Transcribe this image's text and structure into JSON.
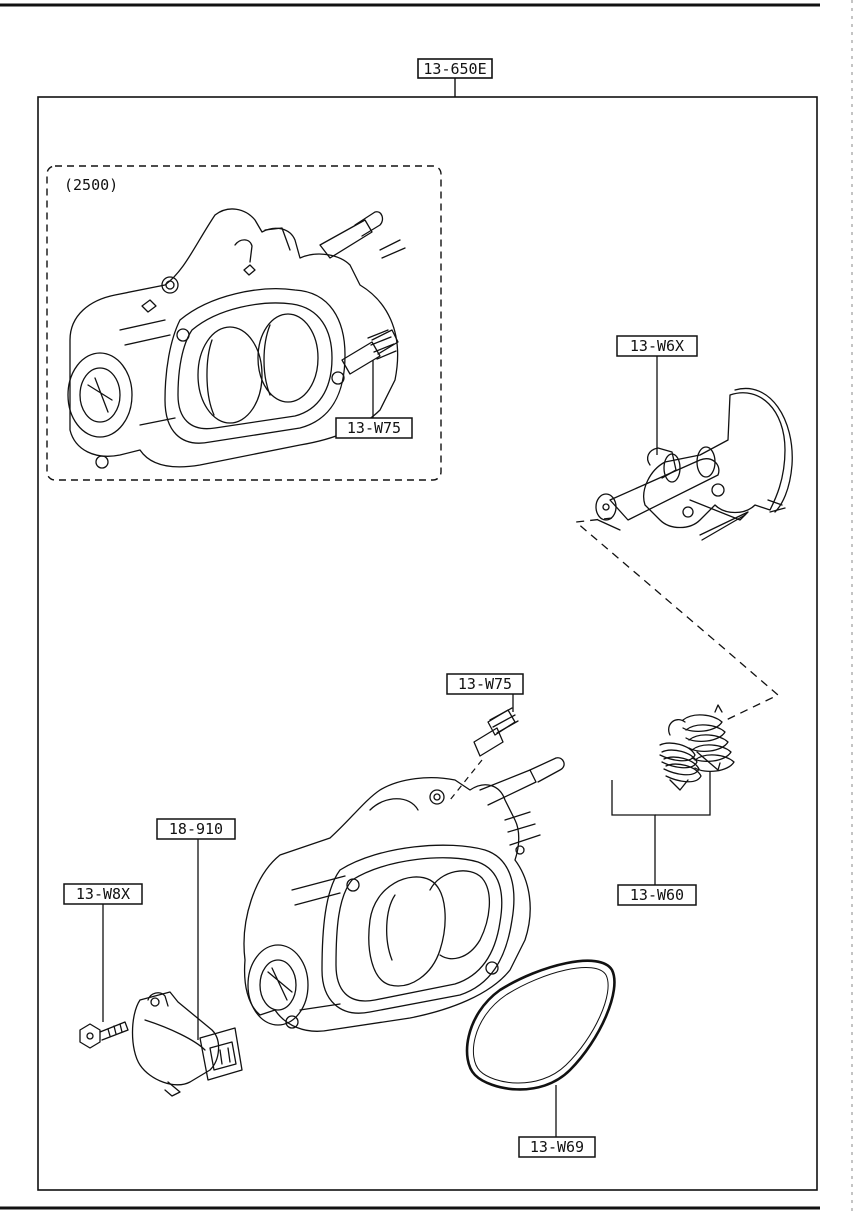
{
  "diagram": {
    "assembly_label": "13-650E",
    "variant_label": "(2500)",
    "parts": [
      {
        "id": "detail-w75",
        "label": "13-W75"
      },
      {
        "id": "w6x",
        "label": "13-W6X"
      },
      {
        "id": "main-w75",
        "label": "13-W75"
      },
      {
        "id": "sensor",
        "label": "18-910"
      },
      {
        "id": "w8x",
        "label": "13-W8X"
      },
      {
        "id": "w60",
        "label": "13-W60"
      },
      {
        "id": "w69",
        "label": "13-W69"
      }
    ]
  }
}
